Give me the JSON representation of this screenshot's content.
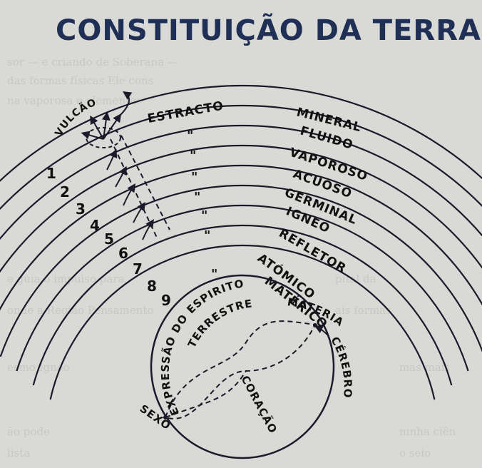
{
  "title": "CONSTITUIÇÃO DA TERRA",
  "volcano_label": "VULCÃO",
  "stratum_label": "ESTRACTO",
  "ditto_mark": "\"",
  "layers": [
    {
      "number": "1",
      "name": "MINERAL"
    },
    {
      "number": "2",
      "name": "FLUIDO"
    },
    {
      "number": "3",
      "name": "VAPOROSO"
    },
    {
      "number": "4",
      "name": "ACUOSO"
    },
    {
      "number": "5",
      "name": "GERMINAL"
    },
    {
      "number": "6",
      "name": "IGNEO"
    },
    {
      "number": "7",
      "name": "REFLETOR"
    },
    {
      "number": "8",
      "name": "ATÓMICO"
    },
    {
      "number": "9",
      "name": "MATÉRICO"
    }
  ],
  "circle": {
    "top_label": "MATERIAL",
    "curve_label": "EXPRESSÃO DO ESPIRITO",
    "inner_label": "TERRESTRE",
    "right_label": "CÉREBRO",
    "left_label": "SEXO",
    "center_label": "CORAÇÃO"
  },
  "colors": {
    "title": "#1f2f55",
    "ink": "#1a1a2a",
    "paper": "#d9d9d6"
  }
}
